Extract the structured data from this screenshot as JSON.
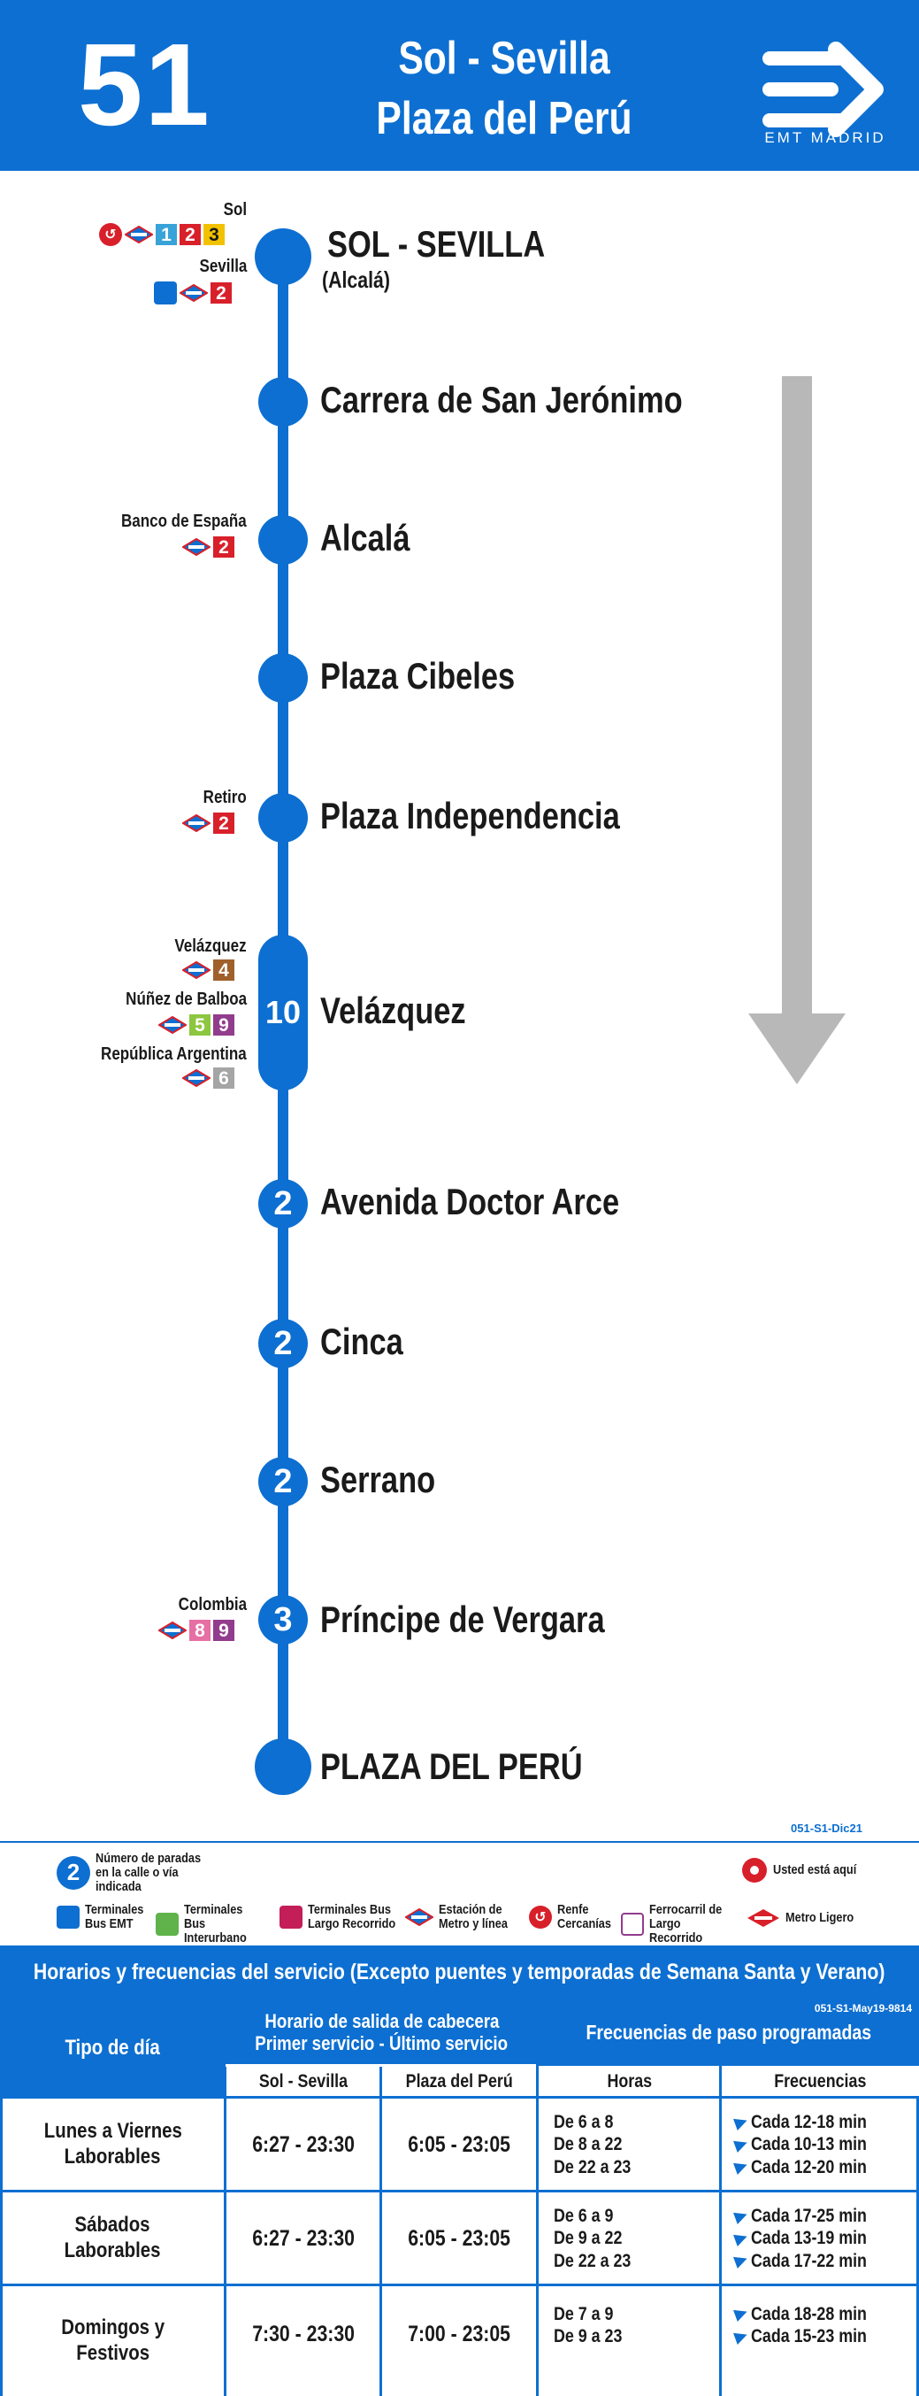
{
  "header": {
    "route_number": "51",
    "destination_line1": "Sol - Sevilla",
    "destination_line2": "Plaza del Perú",
    "operator": "EMT MADRID"
  },
  "stops": [
    {
      "name": "SOL - SEVILLA",
      "sub": "(Alcalá)",
      "count": ""
    },
    {
      "name": "Carrera de San Jerónimo",
      "count": ""
    },
    {
      "name": "Alcalá",
      "count": ""
    },
    {
      "name": "Plaza Cibeles",
      "count": ""
    },
    {
      "name": "Plaza Independencia",
      "count": ""
    },
    {
      "name": "Velázquez",
      "count": "10"
    },
    {
      "name": "Avenida Doctor Arce",
      "count": "2"
    },
    {
      "name": "Cinca",
      "count": "2"
    },
    {
      "name": "Serrano",
      "count": "2"
    },
    {
      "name": "Príncipe de Vergara",
      "count": "3"
    },
    {
      "name": "PLAZA DEL PERÚ",
      "count": ""
    }
  ],
  "connections": {
    "sol": {
      "label": "Sol",
      "lines": [
        "1",
        "2",
        "3"
      ]
    },
    "sevilla": {
      "label": "Sevilla",
      "lines": [
        "2"
      ]
    },
    "banco": {
      "label": "Banco de España",
      "lines": [
        "2"
      ]
    },
    "retiro": {
      "label": "Retiro",
      "lines": [
        "2"
      ]
    },
    "velazquez": {
      "label": "Velázquez",
      "lines": [
        "4"
      ]
    },
    "nunez": {
      "label": "Núñez de Balboa",
      "lines": [
        "5",
        "9"
      ]
    },
    "republica": {
      "label": "República Argentina",
      "lines": [
        "6"
      ]
    },
    "colombia": {
      "label": "Colombia",
      "lines": [
        "8",
        "9"
      ]
    }
  },
  "metro_line_colors": {
    "1": "#38a3d8",
    "2": "#d8202a",
    "3": "#f2c200",
    "4": "#a0602b",
    "5": "#8dc63f",
    "6": "#a5a5a5",
    "8": "#e66fa4",
    "9": "#923c8d"
  },
  "legend": {
    "doc_code": "051-S1-Dic21",
    "stops_count": "Número de paradas en la calle o vía indicada",
    "you_are_here": "Usted está aquí",
    "items": [
      "Terminales Bus EMT",
      "Terminales Bus Interurbano",
      "Terminales Bus Largo Recorrido",
      "Estación de Metro y línea",
      "Renfe Cercanías",
      "Ferrocarril de Largo Recorrido",
      "Metro Ligero"
    ],
    "stops_count_sample": "2"
  },
  "schedule": {
    "title": "Horarios y frecuencias del servicio (Excepto puentes y temporadas de Semana Santa y Verano)",
    "code": "051-S1-May19-9814",
    "col_day_type": "Tipo de día",
    "col_departures_1": "Horario de salida de cabecera",
    "col_departures_2": "Primer servicio - Último servicio",
    "col_frequencies": "Frecuencias de paso programadas",
    "sub_sol": "Sol - Sevilla",
    "sub_peru": "Plaza del Perú",
    "sub_hours": "Horas",
    "sub_freq": "Frecuencias",
    "rows": [
      {
        "day_1": "Lunes a Viernes",
        "day_2": "Laborables",
        "sol": "6:27 - 23:30",
        "peru": "6:05 - 23:05",
        "hours": [
          "De  6 a 8",
          "De  8 a 22",
          "De 22 a 23"
        ],
        "freqs": [
          "Cada 12-18 min",
          "Cada 10-13 min",
          "Cada 12-20 min"
        ]
      },
      {
        "day_1": "Sábados",
        "day_2": "Laborables",
        "sol": "6:27 - 23:30",
        "peru": "6:05 - 23:05",
        "hours": [
          "De  6 a 9",
          "De  9 a 22",
          "De 22 a 23"
        ],
        "freqs": [
          "Cada 17-25 min",
          "Cada 13-19  min",
          "Cada 17-22 min"
        ]
      },
      {
        "day_1": "Domingos y",
        "day_2": "Festivos",
        "sol": "7:30 - 23:30",
        "peru": "7:00 - 23:05",
        "hours": [
          "De  7 a 9",
          "De  9 a 23"
        ],
        "freqs": [
          "Cada 18-28 min",
          "Cada 15-23  min"
        ]
      }
    ]
  }
}
